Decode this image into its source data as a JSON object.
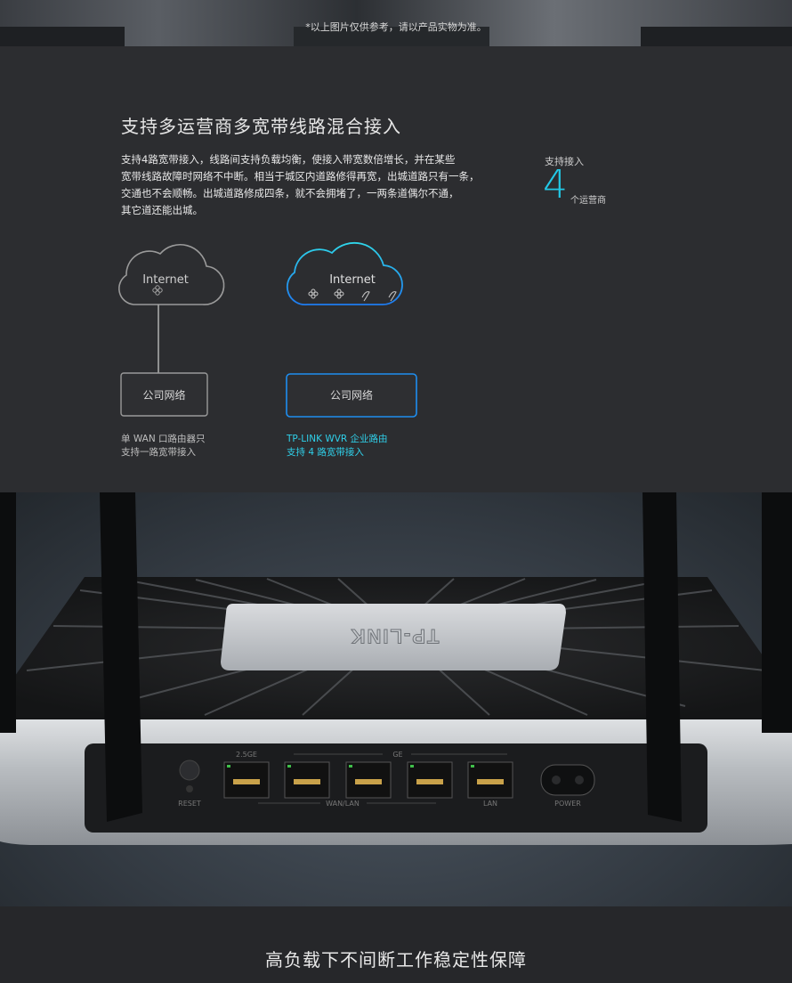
{
  "disclaimer": "*以上图片仅供参考，请以产品实物为准。",
  "section": {
    "title": "支持多运营商多宽带线路混合接入",
    "description_lines": [
      "支持4路宽带接入，线路间支持负载均衡，使接入带宽数倍增长，并在某些",
      "宽带线路故障时网络不中断。相当于城区内道路修得再宽，出城道路只有一条，",
      "交通也不会顺畅。出城道路修成四条，就不会拥堵了，一两条道偶尔不通，",
      "其它道还能出城。"
    ],
    "stat": {
      "label": "支持接入",
      "value": "4",
      "unit": "个运营商"
    }
  },
  "diagram": {
    "left": {
      "cloud_label": "Internet",
      "box_label": "公司网络",
      "caption_lines": [
        "单 WAN 口路由器只",
        "支持一路宽带接入"
      ]
    },
    "right": {
      "cloud_label": "Internet",
      "box_label": "公司网络",
      "caption_lines": [
        "TP-LINK WVR 企业路由",
        "支持 4 路宽带接入"
      ]
    },
    "colors": {
      "accent": "#22c8e6",
      "accent_blue": "#1e7bf0",
      "neutral": "#bfbfbf"
    }
  },
  "router": {
    "brand": "TP-LINK",
    "group_labels": {
      "g25": "2.5GE",
      "ge": "GE"
    },
    "port_labels": {
      "reset": "RESET",
      "wanlan": "WAN/LAN",
      "lan": "LAN",
      "power": "POWER"
    }
  },
  "bottom_title": "高负载下不间断工作稳定性保障"
}
